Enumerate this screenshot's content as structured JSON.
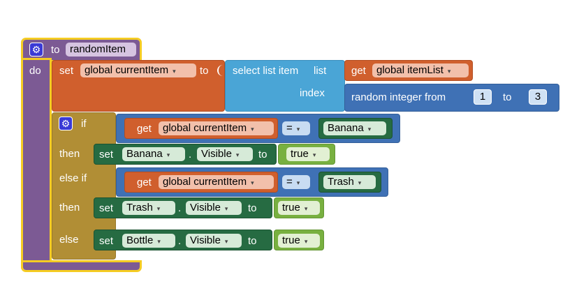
{
  "procedure": {
    "to_label": "to",
    "name": "randomItem",
    "do_label": "do"
  },
  "set_current": {
    "set_label": "set",
    "var": "global currentItem",
    "to_label": "to"
  },
  "select_list": {
    "label": "select list item",
    "list_label": "list",
    "index_label": "index"
  },
  "get_list": {
    "get_label": "get",
    "var": "global itemList"
  },
  "random_int": {
    "label": "random integer from",
    "from": "1",
    "to_label": "to",
    "to": "3"
  },
  "if_block": {
    "if_label": "if",
    "then_label": "then",
    "else_if_label": "else if",
    "else_label": "else",
    "cond1": {
      "get_label": "get",
      "var": "global currentItem",
      "op": "=",
      "value": "Banana"
    },
    "cond2": {
      "get_label": "get",
      "var": "global currentItem",
      "op": "=",
      "value": "Trash"
    },
    "then1": {
      "set_label": "set",
      "component": "Banana",
      "dot": ".",
      "prop": "Visible",
      "to_label": "to",
      "value": "true"
    },
    "then2": {
      "set_label": "set",
      "component": "Trash",
      "dot": ".",
      "prop": "Visible",
      "to_label": "to",
      "value": "true"
    },
    "else1": {
      "set_label": "set",
      "component": "Bottle",
      "dot": ".",
      "prop": "Visible",
      "to_label": "to",
      "value": "true"
    }
  },
  "dropdown_arrow": "▾",
  "colors": {
    "procedure": "#7c5a94",
    "variable": "#d05f2d",
    "list": "#4aa5d6",
    "math": "#3f71b5",
    "control": "#b18e35",
    "component": "#266b42",
    "logic": "#78b040",
    "text": "#b32d5e",
    "highlight": "#f5cc23"
  }
}
